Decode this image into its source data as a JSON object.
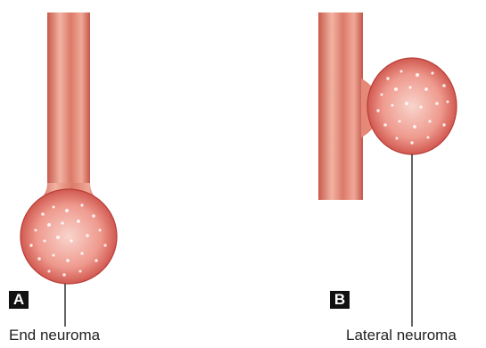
{
  "panels": [
    {
      "letter": "A",
      "caption": "End neuroma"
    },
    {
      "letter": "B",
      "caption": "Lateral neuroma"
    }
  ],
  "colors": {
    "nerve": "#d9705f",
    "nerve_light": "#f2b3a2",
    "neuroma_center": "#f6c9c0",
    "neuroma_edge": "#c8463f",
    "leader_line": "#222222"
  }
}
